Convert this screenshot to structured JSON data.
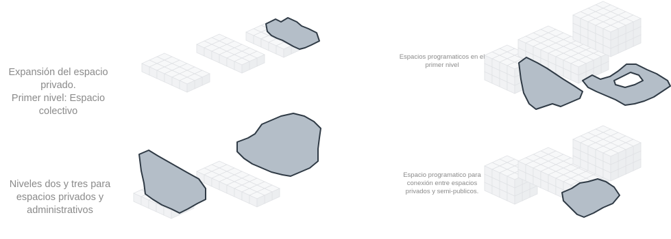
{
  "captions": {
    "top_left": [
      "Expansión del espacio",
      "privado.",
      "Primer nivel: Espacio",
      "colectivo"
    ],
    "bottom_left": [
      "Niveles dos y tres para",
      "espacios privados y",
      "administrativos"
    ],
    "top_right": [
      "Espacios programaticos en el",
      "primer nivel"
    ],
    "bottom_right": [
      "Espacio programatico para",
      "conexión entre espacios",
      "privados  y semi-publicos."
    ]
  },
  "colors": {
    "caption_text": "#8a8a8a",
    "cube_face": "#f4f5f6",
    "cube_edge": "#e2e4e6",
    "highlight_fill": "#b4bec8",
    "highlight_stroke": "#2f3a45"
  }
}
